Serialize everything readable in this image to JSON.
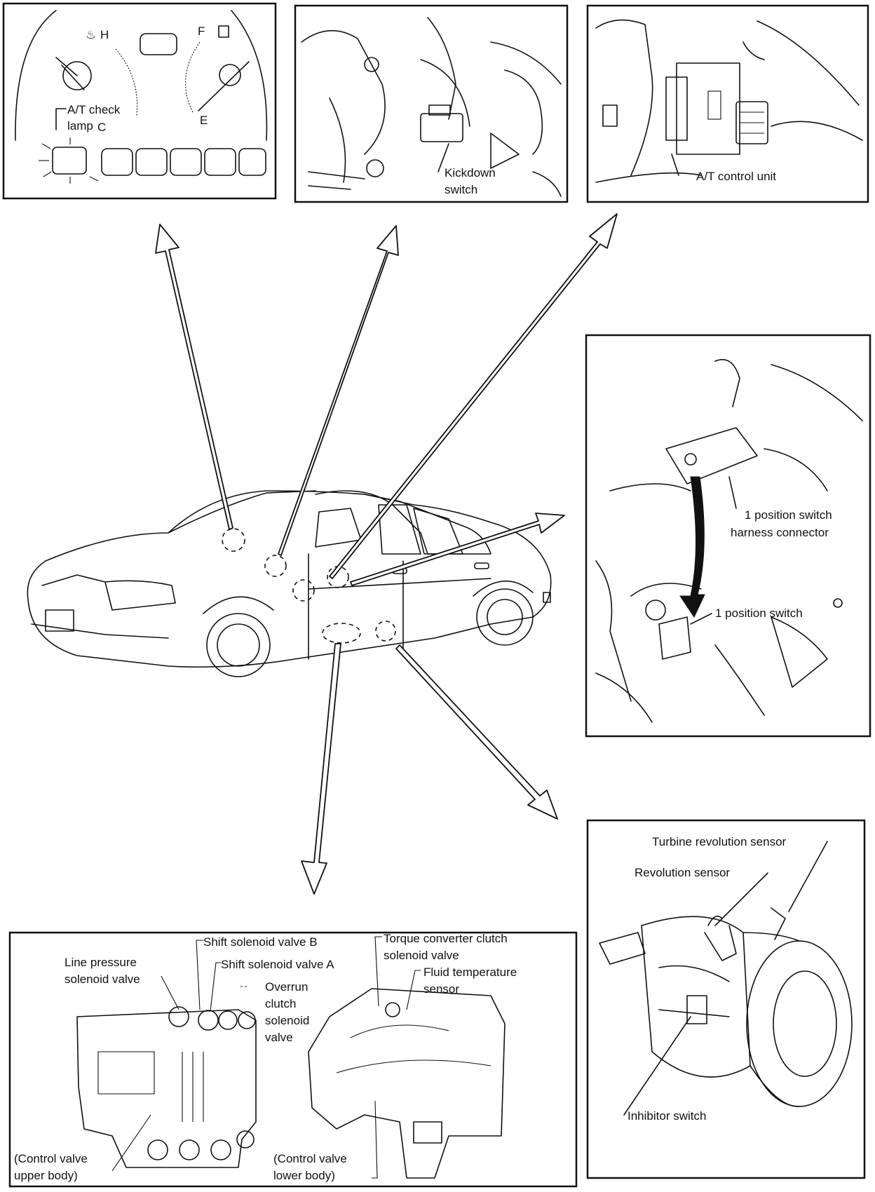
{
  "panels": {
    "dashboard": {
      "check_lamp_label_1": "A/T check",
      "check_lamp_label_2": "lamp",
      "gauge_h": "H",
      "gauge_c": "C",
      "gauge_f": "F",
      "gauge_e": "E"
    },
    "kickdown": {
      "label_1": "Kickdown",
      "label_2": "switch"
    },
    "control_unit": {
      "label": "A/T control unit"
    },
    "position_switch": {
      "connector_label_1": "1 position switch",
      "connector_label_2": "harness connector",
      "switch_label": "1 position switch"
    },
    "transmission": {
      "turbine_sensor": "Turbine revolution sensor",
      "revolution_sensor": "Revolution sensor",
      "inhibitor_switch": "Inhibitor switch"
    },
    "control_valve": {
      "line_pressure_1": "Line pressure",
      "line_pressure_2": "solenoid valve",
      "shift_b": "Shift solenoid valve B",
      "shift_a": "Shift solenoid valve A",
      "overrun_1": "Overrun",
      "overrun_2": "clutch",
      "overrun_3": "solenoid",
      "overrun_4": "valve",
      "torque_1": "Torque converter clutch",
      "torque_2": "solenoid valve",
      "fluid_1": "Fluid temperature",
      "fluid_2": "sensor",
      "upper_1": "(Control valve",
      "upper_2": "upper body)",
      "lower_1": "(Control valve",
      "lower_2": "lower body)"
    }
  }
}
